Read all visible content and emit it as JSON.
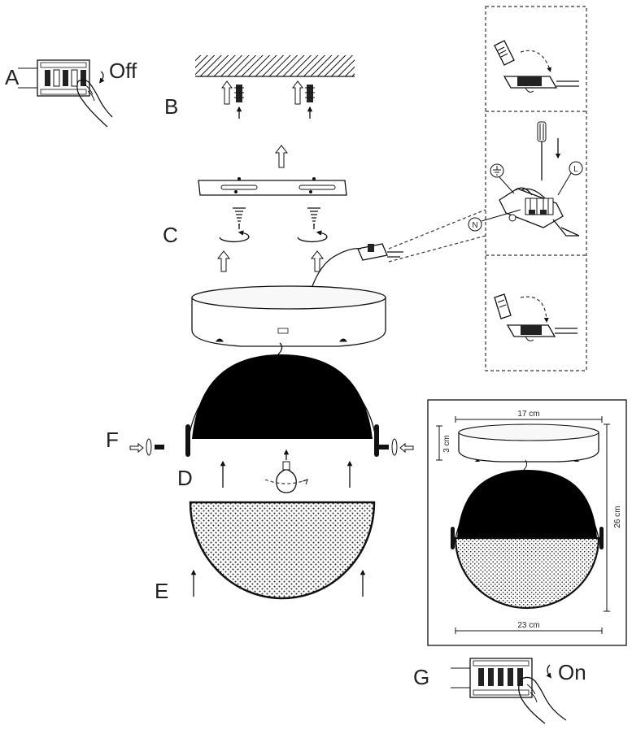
{
  "steps": {
    "a": "A",
    "b": "B",
    "c": "C",
    "d": "D",
    "e": "E",
    "f": "F",
    "g": "G"
  },
  "switches": {
    "off_label": "Off",
    "on_label": "On"
  },
  "dimensions": {
    "canopy_width": "17 cm",
    "canopy_height": "3 cm",
    "total_height": "26 cm",
    "globe_diameter": "23 cm"
  },
  "wiring_symbols": {
    "live": "L",
    "neutral": "N"
  },
  "colors": {
    "line": "#111111",
    "fill_dark": "#000000",
    "background": "#ffffff",
    "canopy": "#f2f2f2"
  }
}
